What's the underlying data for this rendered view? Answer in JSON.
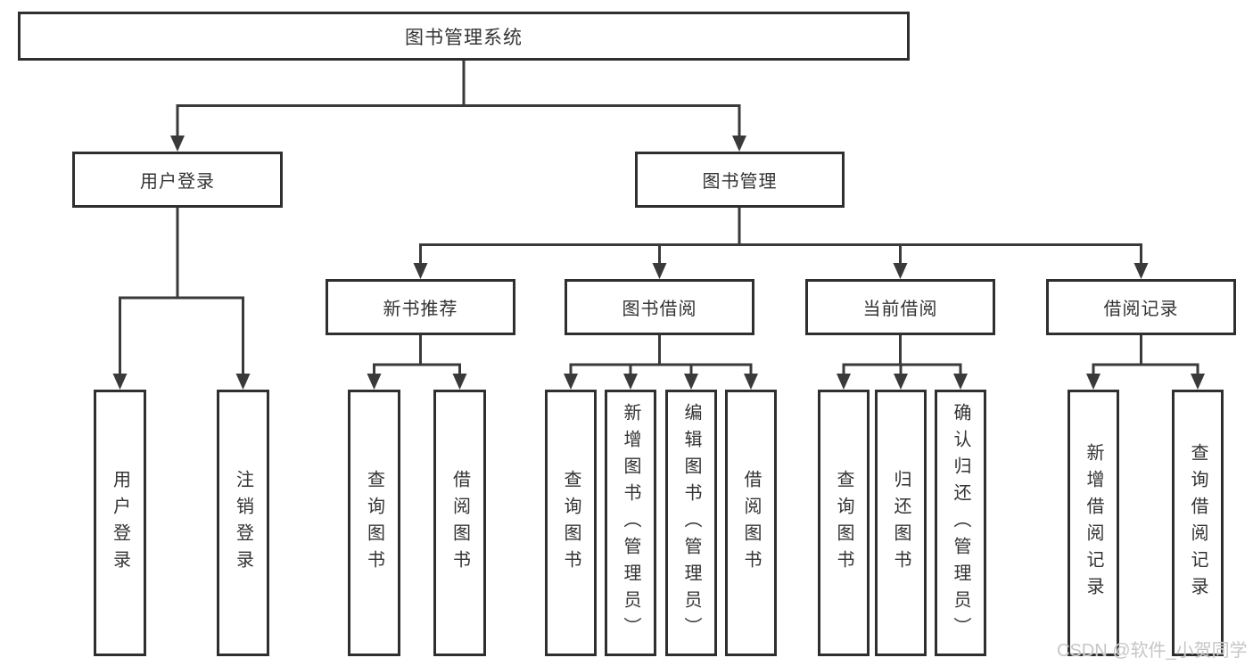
{
  "diagram": {
    "title": "图书管理系统",
    "branches": [
      {
        "label": "用户登录",
        "children": [
          "用户登录",
          "注销登录"
        ]
      },
      {
        "label": "图书管理",
        "groups": [
          {
            "label": "新书推荐",
            "children": [
              "查询图书",
              "借阅图书"
            ]
          },
          {
            "label": "图书借阅",
            "children": [
              "查询图书",
              "新增图书（管理员）",
              "编辑图书（管理员）",
              "借阅图书"
            ]
          },
          {
            "label": "当前借阅",
            "children": [
              "查询图书",
              "归还图书",
              "确认归还（管理员）"
            ]
          },
          {
            "label": "借阅记录",
            "children": [
              "新增借阅记录",
              "查询借阅记录"
            ]
          }
        ]
      }
    ],
    "watermark": "CSDN @软件_小贺同学",
    "colors": {
      "line": "#3a3a3a",
      "box_border": "#2f2f2f",
      "text": "#333333",
      "watermark": "#c6c6c6",
      "background": "#ffffff"
    }
  }
}
